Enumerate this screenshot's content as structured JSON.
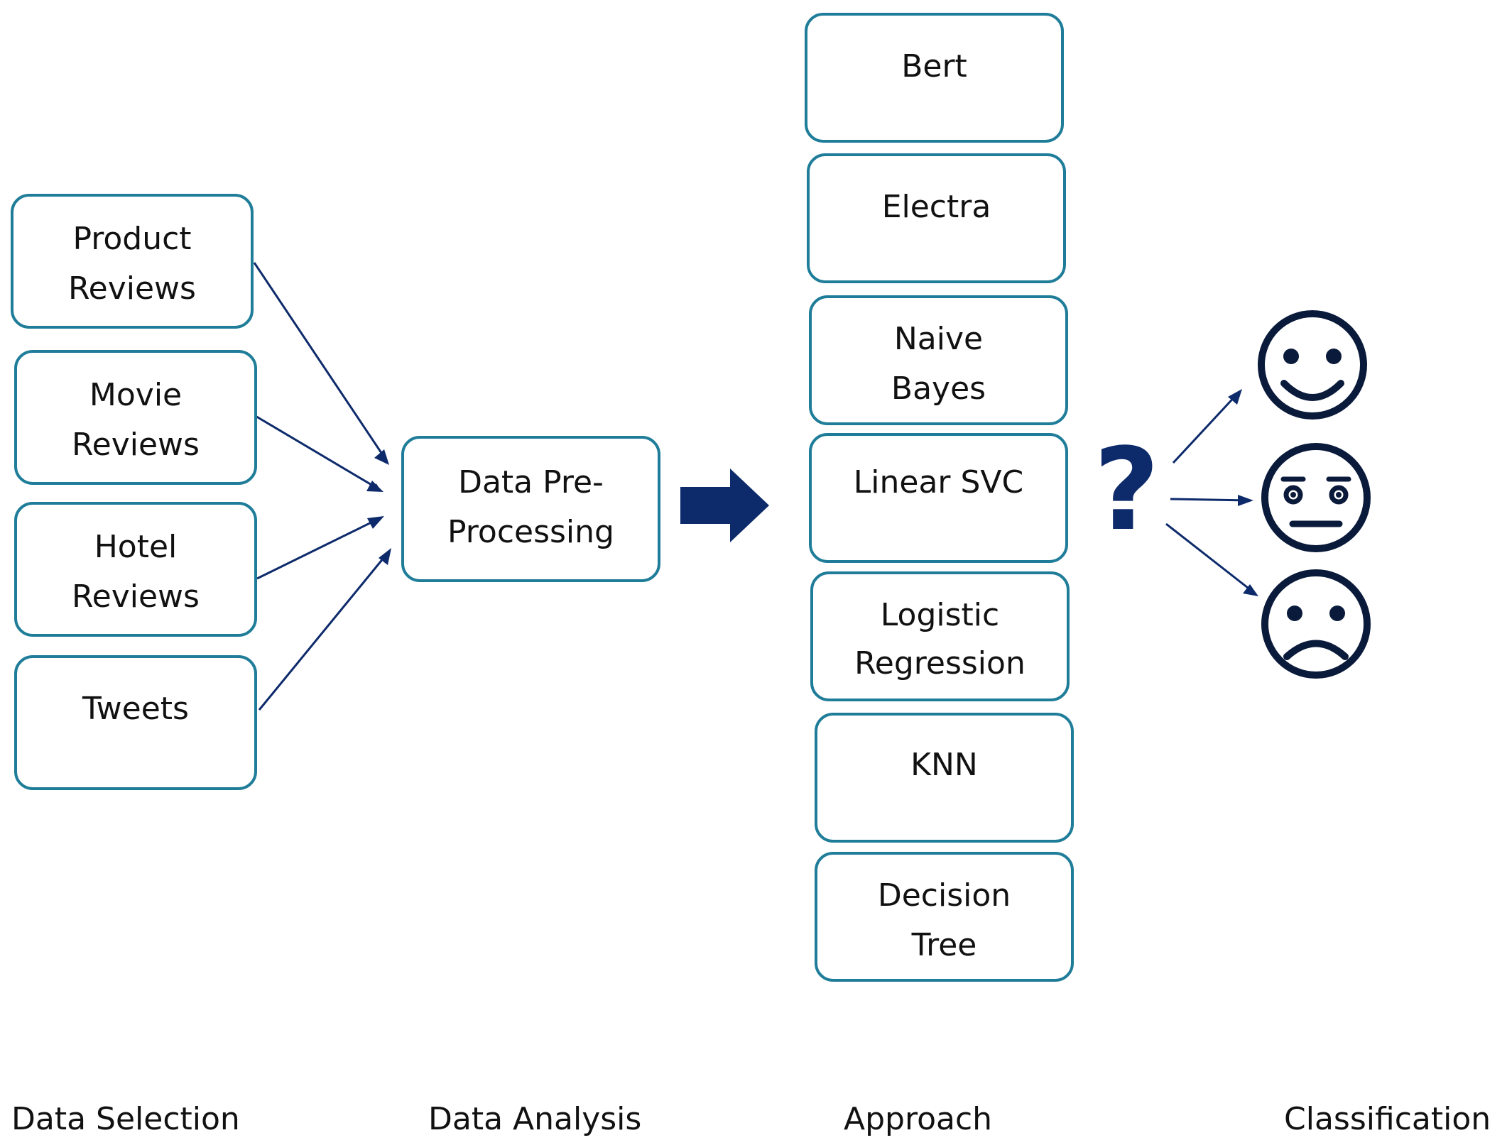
{
  "sources": [
    {
      "lines": [
        "Product",
        "Reviews"
      ]
    },
    {
      "lines": [
        "Movie",
        "Reviews"
      ]
    },
    {
      "lines": [
        "Hotel",
        "Reviews"
      ]
    },
    {
      "lines": [
        "Tweets"
      ]
    }
  ],
  "preprocessing": {
    "lines": [
      "Data Pre-",
      "Processing"
    ]
  },
  "approaches": [
    {
      "lines": [
        "Bert"
      ]
    },
    {
      "lines": [
        "Electra"
      ]
    },
    {
      "lines": [
        "Naive",
        "Bayes"
      ]
    },
    {
      "lines": [
        "Linear SVC"
      ]
    },
    {
      "lines": [
        "Logistic",
        "Regression"
      ]
    },
    {
      "lines": [
        "KNN"
      ]
    },
    {
      "lines": [
        "Decision",
        "Tree"
      ]
    }
  ],
  "question_mark": "?",
  "sentiments": [
    "happy-face-icon",
    "neutral-face-icon",
    "sad-face-icon"
  ],
  "stages": [
    "Data Selection",
    "Data Analysis",
    "Approach",
    "Classification"
  ],
  "colors": {
    "box_border": "#1f7d99",
    "arrow": "#0d2a6b",
    "face": "#0a1a3a",
    "text": "#111111"
  }
}
